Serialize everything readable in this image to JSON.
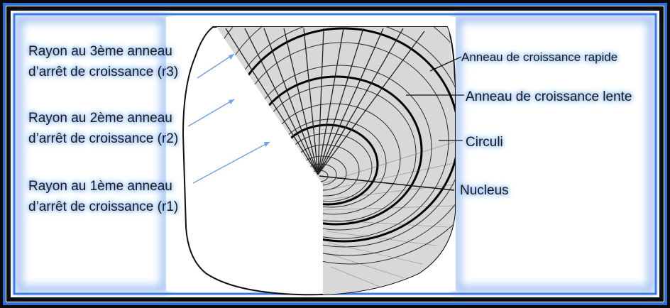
{
  "labels_left": [
    {
      "line1": "Rayon au 3ème anneau",
      "line2": "d’arrêt de croissance (r3)"
    },
    {
      "line1": "Rayon au 2ème anneau",
      "line2": "d’arrêt de croissance (r2)"
    },
    {
      "line1": "Rayon au 1ème anneau",
      "line2": "d’arrêt de croissance (r1)"
    }
  ],
  "labels_right": {
    "fast_ring": "Anneau de croissance rapide",
    "slow_ring": "Anneau de croissance lente",
    "circuli": "Circuli",
    "nucleus": "Nucleus"
  },
  "colors": {
    "border_dark": "#0b0b0b",
    "border_blue": "#2f6fd6",
    "panel_blue": "#4a86e8",
    "label_glow": "#8fbaf2"
  }
}
